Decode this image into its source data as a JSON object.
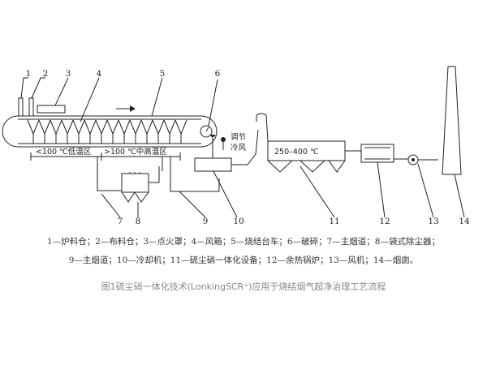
{
  "numbers": [
    "1",
    "2",
    "3",
    "4",
    "5",
    "6",
    "7",
    "8",
    "9",
    "10",
    "11",
    "12",
    "13",
    "14"
  ],
  "zone_labels": {
    "low": "<100 ℃低温区",
    "high": ">100 ℃中高温区",
    "temp": "250–400 ℃",
    "air_line1": "调节",
    "air_line2": "冷风"
  },
  "legend": {
    "line1": "1—炉料仓；2—布料仓；3—点火罩；4—风箱；5—烧结台车；6—破碎；7—主烟道；8—袋式除尘器；",
    "line2": "9—主烟道；10—冷却机；11—硫尘硝一体化设备；12—余热锅炉；13—风机；14—烟囱。"
  },
  "caption": "图1硫尘硝一体化技术(LonkingSCR⁺)应用于烧结烟气超净治理工艺流程"
}
